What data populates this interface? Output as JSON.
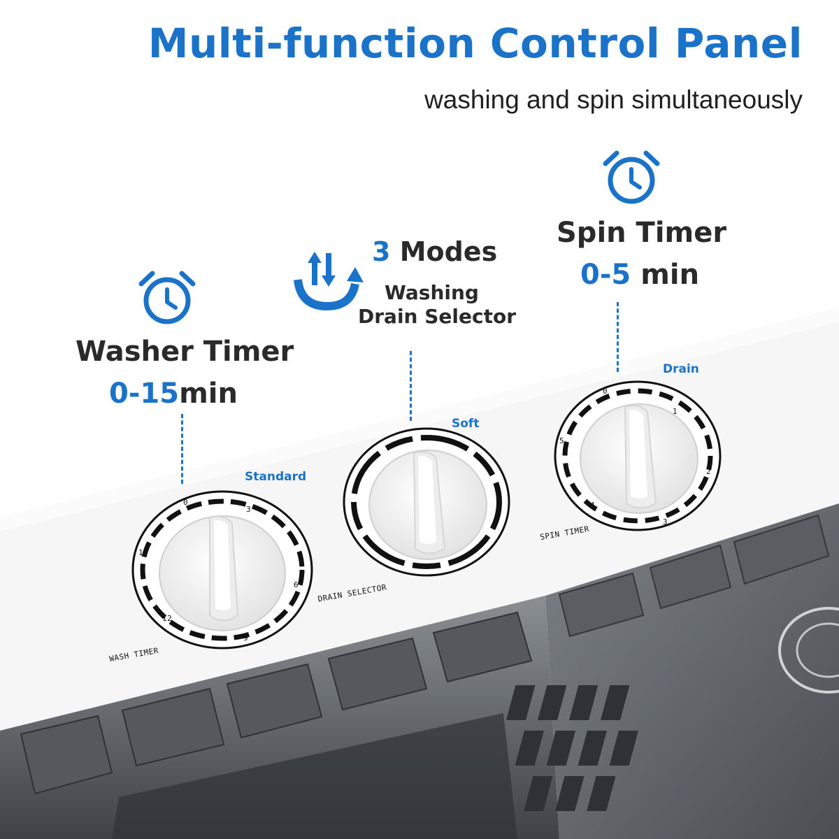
{
  "header": {
    "title": "Multi-function Control Panel",
    "subtitle": "washing and spin simultaneously"
  },
  "features": {
    "washer": {
      "title": "Washer Timer",
      "range_value": "0-15",
      "range_unit": "min",
      "icon": "alarm-clock-icon"
    },
    "modes": {
      "count": "3",
      "title": "Modes",
      "line1": "Washing",
      "line2": "Drain Selector",
      "icon": "cycle-arrows-icon"
    },
    "spin": {
      "title": "Spin Timer",
      "range_value": "0-5",
      "range_unit": " min",
      "icon": "alarm-clock-icon"
    }
  },
  "panel": {
    "labels": {
      "standard": "Standard",
      "soft": "Soft",
      "drain": "Drain"
    },
    "printed": {
      "wash": "WASH TIMER",
      "drain": "DRAIN SELECTOR",
      "spin": "SPIN TIMER"
    },
    "wash_dial_numbers": [
      "0",
      "3",
      "6",
      "9",
      "12",
      "15"
    ],
    "spin_dial_numbers": [
      "0",
      "1",
      "2",
      "3",
      "4",
      "5"
    ]
  },
  "colors": {
    "accent": "#1a73c8",
    "text_dark": "#2a2a2a",
    "panel_white": "#f7f7f7",
    "lid_gray": "#6b6f73"
  }
}
